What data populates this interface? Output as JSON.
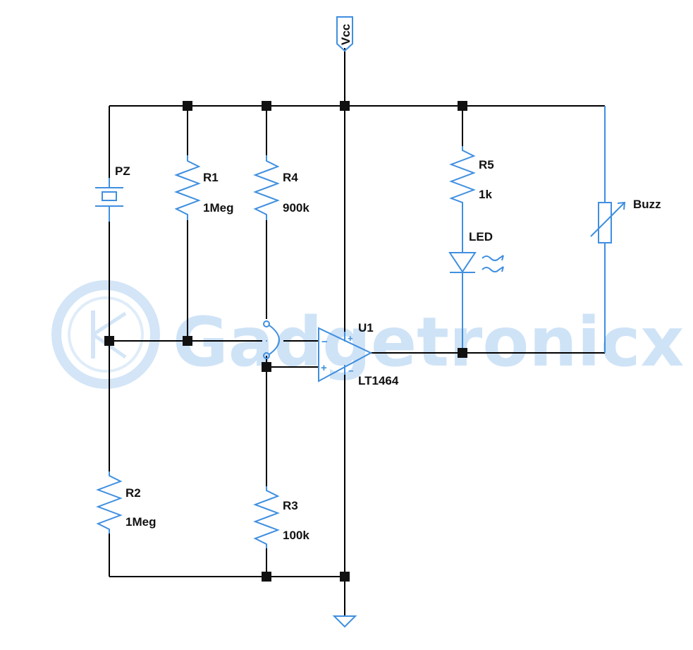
{
  "diagram": {
    "colors": {
      "wire": "#000000",
      "component": "#3f8fe0",
      "junction": "#111111",
      "watermark": "#cfe3f7"
    },
    "supply": {
      "label": "Vcc"
    },
    "watermark": {
      "text": "Gadgetronicx"
    },
    "components": {
      "pz": {
        "ref": "PZ"
      },
      "r1": {
        "ref": "R1",
        "value": "1Meg"
      },
      "r2": {
        "ref": "R2",
        "value": "1Meg"
      },
      "r3": {
        "ref": "R3",
        "value": "100k"
      },
      "r4": {
        "ref": "R4",
        "value": "900k"
      },
      "r5": {
        "ref": "R5",
        "value": "1k"
      },
      "led": {
        "ref": "LED"
      },
      "buzz": {
        "ref": "Buzz"
      },
      "u1": {
        "ref": "U1",
        "part": "LT1464",
        "minus_top": "−",
        "plus_top": "+",
        "minus_in": "−",
        "plus_in": "+"
      }
    }
  }
}
